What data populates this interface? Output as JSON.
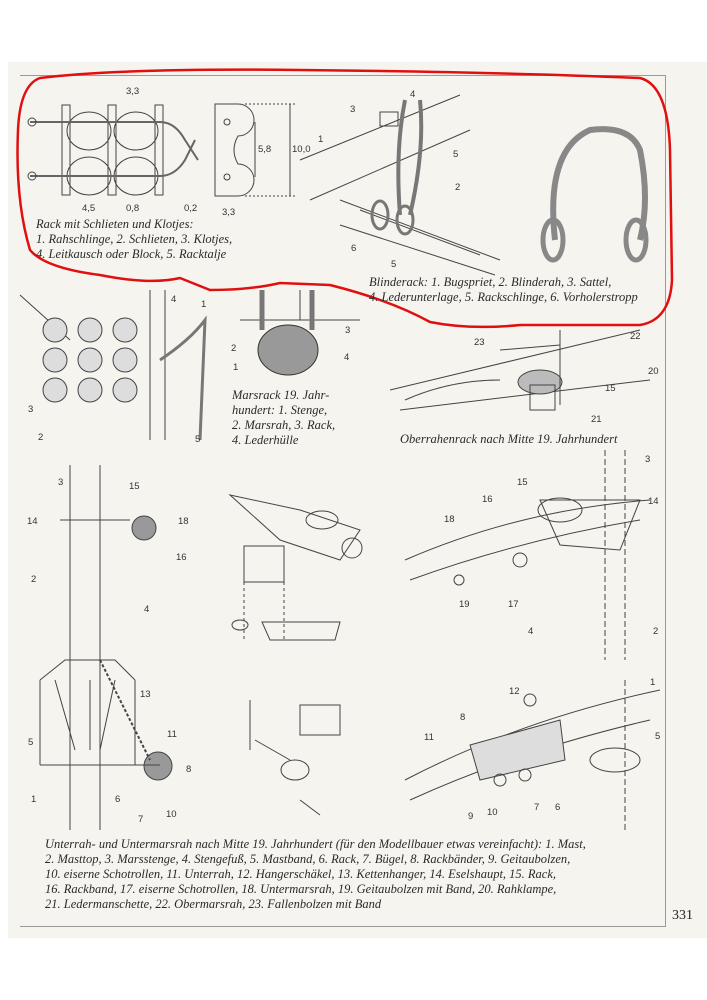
{
  "page_number": "331",
  "highlight_color": "#e01010",
  "figures": {
    "rack_schlieten": {
      "caption": [
        "Rack mit Schlieten und Klotjes:",
        "1. Rahschlinge, 2. Schlieten, 3. Klotjes,",
        "4. Leitkausch oder Block, 5. Racktalje"
      ],
      "dimensions": [
        "3,3",
        "5,8",
        "10,0",
        "4,5",
        "0,8",
        "0,2",
        "3,3"
      ]
    },
    "blinderack": {
      "caption": [
        "Blinderack: 1. Bugspriet, 2. Blinderah, 3. Sattel,",
        "4. Lederunterlage, 5. Rackschlinge, 6. Vorholerstropp"
      ],
      "labels": [
        "4",
        "3",
        "1",
        "5",
        "2",
        "6",
        "5"
      ]
    },
    "rack_side": {
      "labels": [
        "4",
        "1",
        "3",
        "2",
        "5"
      ]
    },
    "marsrack": {
      "caption": [
        "Marsrack 19. Jahr-",
        "hundert: 1. Stenge,",
        "2. Marsrah, 3. Rack,",
        "4. Lederhülle"
      ],
      "labels": [
        "3",
        "2",
        "1",
        "4"
      ]
    },
    "oberrahenrack": {
      "caption": "Oberrahenrack nach Mitte 19. Jahrhundert",
      "labels": [
        "22",
        "23",
        "20",
        "15",
        "21"
      ]
    },
    "mast_left": {
      "labels": [
        "3",
        "15",
        "14",
        "18",
        "16",
        "2",
        "4",
        "13",
        "11",
        "5",
        "8",
        "6",
        "7",
        "10",
        "1"
      ]
    },
    "rah_upper": {
      "labels": [
        "3",
        "15",
        "16",
        "14",
        "18",
        "19",
        "17",
        "4",
        "2"
      ]
    },
    "rah_lower": {
      "labels": [
        "1",
        "12",
        "8",
        "11",
        "5",
        "9",
        "10",
        "7",
        "6"
      ]
    },
    "unterrah": {
      "caption": [
        "Unterrah- und Untermarsrah nach Mitte 19. Jahrhundert (für den Modellbauer etwas vereinfacht): 1. Mast,",
        "2. Masttop, 3. Marsstenge, 4. Stengefuß, 5. Mastband, 6. Rack, 7. Bügel, 8. Rackbänder, 9. Geitaubolzen,",
        "10. eiserne Schotrollen, 11. Unterrah, 12. Hangerschäkel, 13. Kettenhanger, 14. Eselshaupt, 15. Rack,",
        "16. Rackband, 17. eiserne Schotrollen, 18. Untermarsrah, 19. Geitaubolzen mit Band, 20. Rahklampe,",
        "21. Ledermanschette, 22. Obermarsrah, 23. Fallenbolzen mit Band"
      ]
    }
  }
}
